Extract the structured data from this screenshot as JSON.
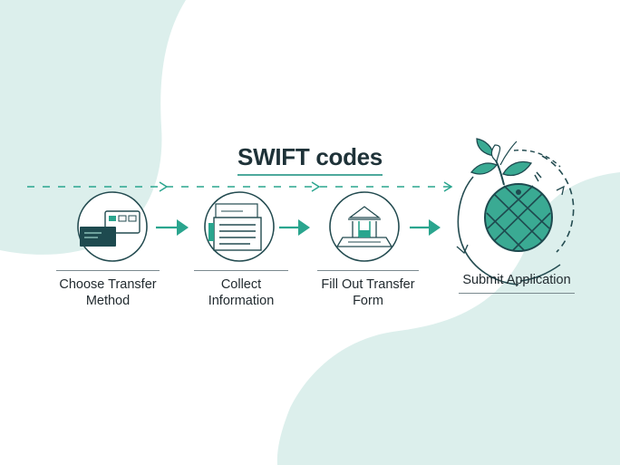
{
  "diagram": {
    "title": "SWIFT codes",
    "steps": [
      {
        "label_line1": "Choose Transfer",
        "label_line2": "Method",
        "icon": "card-icon"
      },
      {
        "label_line1": "Collect",
        "label_line2": "Information",
        "icon": "document-icon"
      },
      {
        "label_line1": "Fill Out Transfer",
        "label_line2": "Form",
        "icon": "bank-form-icon"
      },
      {
        "label_line1": "Submit Application",
        "label_line2": "",
        "icon": "globe-leaf-icon"
      }
    ],
    "colors": {
      "accent": "#2aa58e",
      "dark": "#1e4a4f",
      "blob": "#d9efec",
      "globe": "#3aaa93"
    }
  }
}
